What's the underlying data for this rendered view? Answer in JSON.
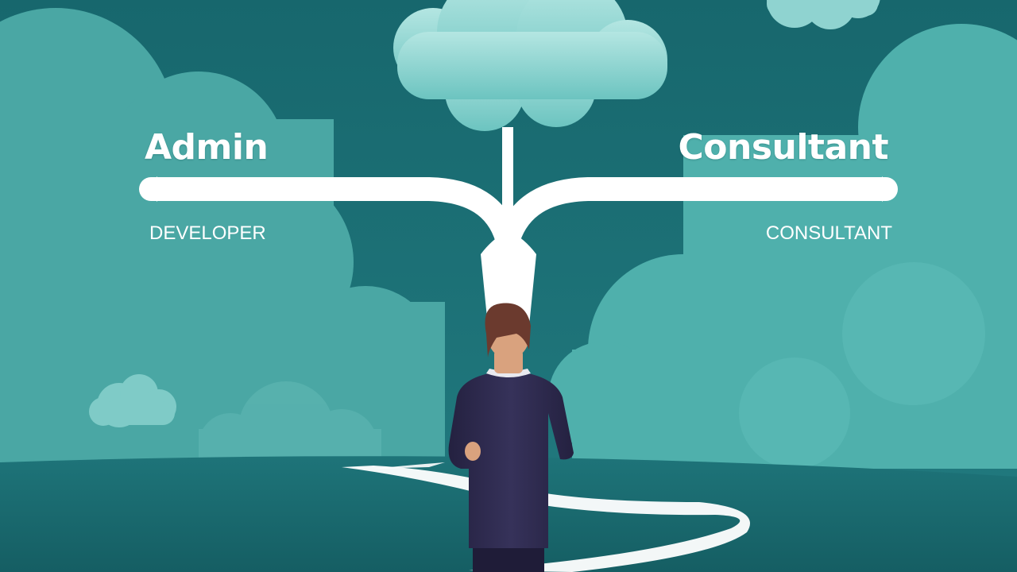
{
  "signpost": {
    "left_title": "Admin",
    "right_title": "Consultant",
    "left_subtitle": "DEVELOPER",
    "right_subtitle": "CONSULTANT"
  },
  "colors": {
    "sky": "#1e7378",
    "cloud_light": "#8fd3d0",
    "cloud_mid": "#63b8b4",
    "ground": "#1c6e73",
    "path": "#ffffff",
    "suit": "#2d2a4a",
    "hair": "#6b3a2e"
  }
}
